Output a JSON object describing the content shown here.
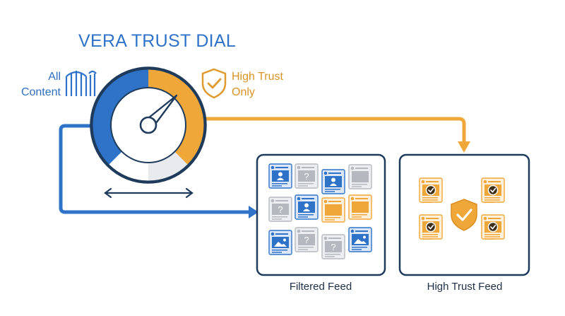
{
  "title": "VERA TRUST DIAL",
  "dial": {
    "left_label_line1": "All",
    "left_label_line2": "Content",
    "right_label_line1": "High Trust",
    "right_label_line2": "Only"
  },
  "feeds": {
    "filtered_caption": "Filtered Feed",
    "high_trust_caption": "High Trust Feed"
  },
  "colors": {
    "blue": "#2f73c9",
    "orange": "#f0a73a",
    "gray": "#b8bcc2",
    "navy": "#1f3b5c"
  },
  "icons": [
    "gate-icon",
    "shield-check-icon",
    "gauge-icon",
    "double-arrow-icon",
    "question-icon",
    "person-icon",
    "image-icon",
    "badge-check-icon"
  ]
}
